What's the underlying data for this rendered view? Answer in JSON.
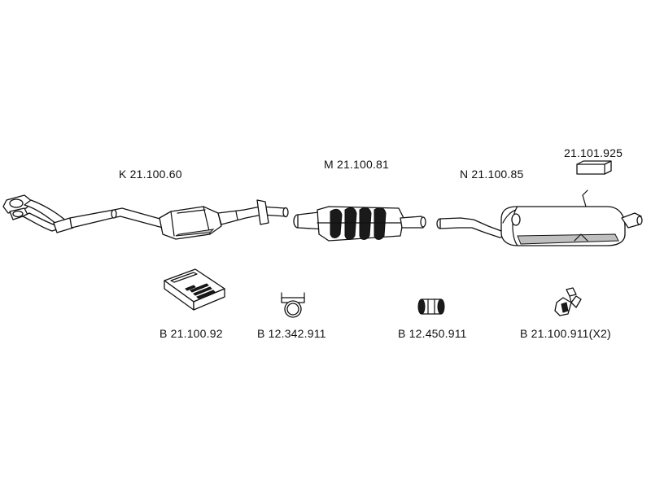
{
  "parts": {
    "front_pipe": {
      "label": "K 21.100.60",
      "icon": "catalytic-front-pipe"
    },
    "middle_silencer": {
      "label": "M 21.100.81",
      "icon": "middle-silencer"
    },
    "rear_silencer": {
      "label": "N 21.100.85",
      "icon": "rear-silencer"
    },
    "rubber_block": {
      "label": "21.101.925",
      "icon": "rubber-block"
    },
    "mounting_kit": {
      "label": "B 21.100.92",
      "icon": "mounting-kit-box"
    },
    "clamp": {
      "label": "B 12.342.911",
      "icon": "u-bolt-clamp"
    },
    "sleeve": {
      "label": "B 12.450.911",
      "icon": "pipe-connector-sleeve"
    },
    "hanger": {
      "label": "B 21.100.911(X2)",
      "icon": "rubber-hanger"
    }
  }
}
